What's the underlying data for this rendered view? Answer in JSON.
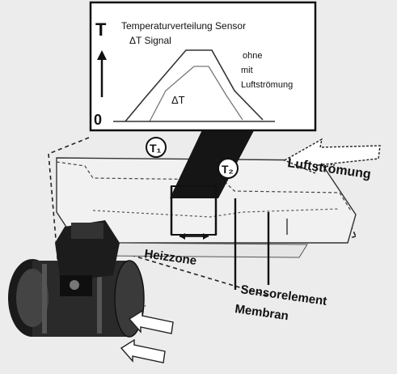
{
  "inset": {
    "axis_t": "T",
    "axis_zero": "0",
    "title_line1": "Temperaturverteilung Sensor",
    "title_line2": "ΔT  Signal",
    "label_ohne": "ohne",
    "label_mit": "mit",
    "label_luftstromung": "Luftströmung",
    "label_delta_t": "ΔT"
  },
  "diagram": {
    "t1_label": "T₁",
    "t2_label": "T₂",
    "luftstromung": "Luftströmung",
    "heizzone": "Heizzone",
    "sensorelement": "Sensorelement",
    "membran": "Membran"
  },
  "icons": {
    "arrow_up": "arrow-up-icon",
    "airflow_arrow": "airflow-arrow-icon"
  }
}
